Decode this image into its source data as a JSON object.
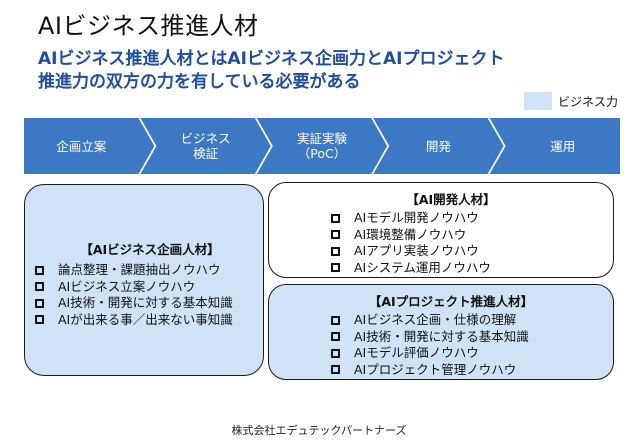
{
  "title": "AIビジネス推進人材",
  "subtitle": "AIビジネス推進人材とはAIビジネス企画力とAIプロジェクト\n推進力の双方の力を有している必要がある",
  "legend": {
    "label": "ビジネス力",
    "color": "#cfe2f6"
  },
  "flow": {
    "color": "#3d78c4",
    "steps": [
      {
        "label": "企画立案"
      },
      {
        "label": "ビジネス\n検証"
      },
      {
        "label": "実証実験\n（PoC）"
      },
      {
        "label": "開発"
      },
      {
        "label": "運用"
      }
    ]
  },
  "boxes": {
    "plan": {
      "heading": "【AIビジネス企画人材】",
      "items": [
        "論点整理・課題抽出ノウハウ",
        "AIビジネス立案ノウハウ",
        "AI技術・開発に対する基本知識",
        "AIが出来る事／出来ない事知識"
      ]
    },
    "dev": {
      "heading": "【AI開発人材】",
      "items": [
        "AIモデル開発ノウハウ",
        "AI環境整備ノウハウ",
        "AIアプリ実装ノウハウ",
        "AIシステム運用ノウハウ"
      ]
    },
    "proj": {
      "heading": "【AIプロジェクト推進人材】",
      "items": [
        "AIビジネス企画・仕様の理解",
        "AI技術・開発に対する基本知識",
        "AIモデル評価ノウハウ",
        "AIプロジェクト管理ノウハウ"
      ]
    }
  },
  "footer": "株式会社エデュテックパートナーズ"
}
